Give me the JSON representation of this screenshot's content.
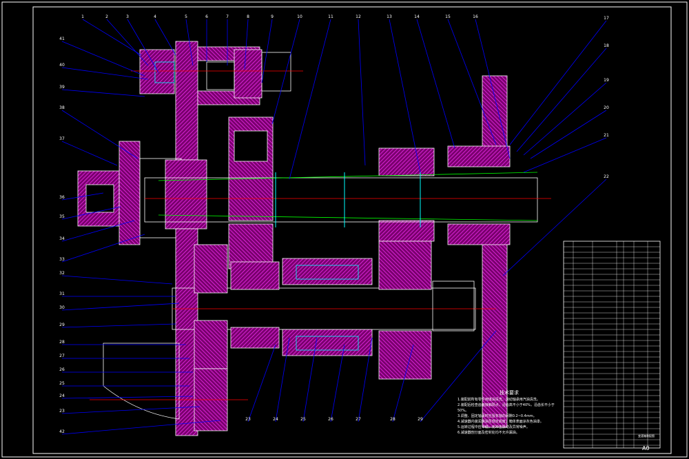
{
  "drawing": {
    "kind": "mechanical-assembly-cad",
    "colors": {
      "background": "#000000",
      "outline": "#ffffff",
      "hatch": "#ff00ff",
      "leader": "#0000ff",
      "centerline": "#ff0000",
      "shaft_axis": "#00ff00",
      "bearing": "#00ffff"
    },
    "top_callouts": [
      "1",
      "2",
      "3",
      "4",
      "5",
      "6",
      "7",
      "8",
      "9",
      "10",
      "11",
      "12",
      "13",
      "14",
      "15",
      "16"
    ],
    "right_callouts": [
      "17",
      "18",
      "19",
      "20",
      "21",
      "22"
    ],
    "left_callouts": [
      "41",
      "40",
      "39",
      "38",
      "37",
      "36",
      "35",
      "34",
      "33",
      "32",
      "31",
      "30",
      "29",
      "28",
      "27",
      "26",
      "25",
      "24",
      "23",
      "42"
    ],
    "bottom_callouts": [
      "23",
      "24",
      "25",
      "26",
      "27",
      "28",
      "29"
    ]
  },
  "notes": {
    "title": "技术要求",
    "lines": [
      "1.装配前所有零件用煤油清洗，滚动轴承用汽油清洗。",
      "2.装配后检查齿面接触斑点，沿齿高不小于40%，沿齿长不小于50%。",
      "3.调整、固定轴承时应留有轴向间隙0.2~0.4mm。",
      "4.减速器内装润滑油至规定高度，箱体表面涂灰色油漆。",
      "5.运转过程中应平稳，无冲击振动及异常噪声。",
      "6.减速器剖分面及密封处均不允许漏油。"
    ]
  },
  "title_block": {
    "name": "变速箱装配图",
    "number": "A0"
  }
}
